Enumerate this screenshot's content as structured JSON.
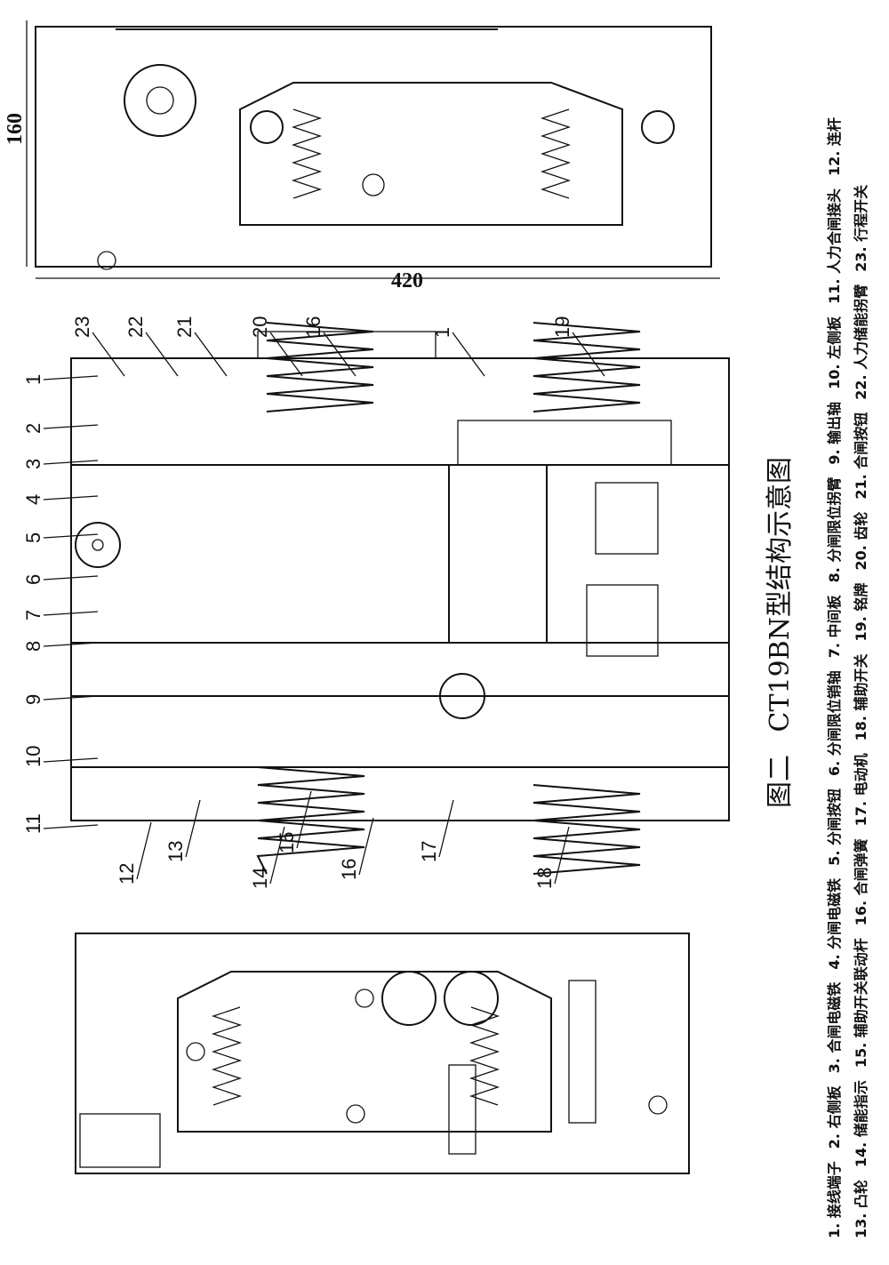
{
  "figure": {
    "caption_prefix": "图二",
    "title": "CT19BN型结构示意图",
    "dimensions": {
      "height": "160",
      "length": "420"
    },
    "callouts_top": [
      "1",
      "2",
      "3",
      "4",
      "5",
      "6",
      "7",
      "8",
      "9",
      "10",
      "11"
    ],
    "callouts_bottom": [
      "12",
      "13",
      "14",
      "15",
      "16",
      "17",
      "18"
    ],
    "callouts_upper": [
      "23",
      "22",
      "21",
      "20",
      "16",
      "1",
      "19"
    ]
  },
  "legend": {
    "row1": [
      "1. 接线端子",
      "2. 右侧板",
      "3. 合闸电磁铁",
      "4. 分闸电磁铁",
      "5. 分闸按钮",
      "6. 分闸限位销轴",
      "7. 中间板",
      "8. 分闸限位拐臂",
      "9. 输出轴",
      "10. 左侧板",
      "11. 人力合闸接头",
      "12. 连杆"
    ],
    "row2": [
      "13. 凸轮",
      "14. 储能指示",
      "15. 辅助开关联动杆",
      "16. 合闸弹簧",
      "17. 电动机",
      "18. 辅助开关",
      "19. 铭牌",
      "20. 齿轮",
      "21. 合闸按钮",
      "22. 人力储能拐臂",
      "23. 行程开关"
    ]
  }
}
